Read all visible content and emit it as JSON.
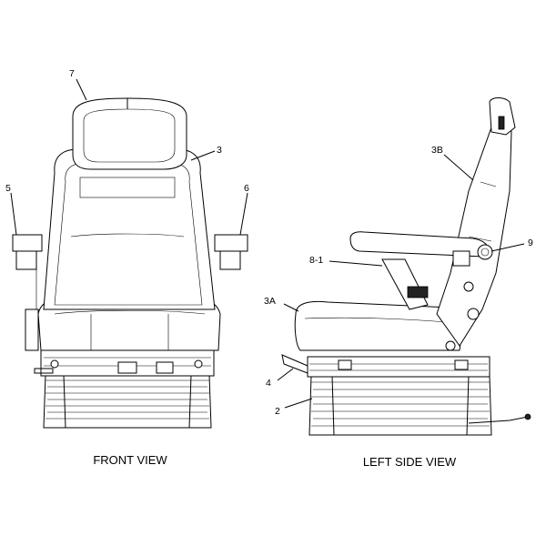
{
  "views": {
    "front": {
      "caption": "FRONT VIEW"
    },
    "side": {
      "caption": "LEFT SIDE VIEW"
    }
  },
  "callouts": {
    "headrest": "7",
    "backrest": "3",
    "left_armrest": "5",
    "right_armrest": "6",
    "side_backrest": "3B",
    "armrest_adjuster": "9",
    "armrest_assembly": "8-1",
    "seat_cushion": "3A",
    "control_lever": "4",
    "suspension_bellows": "2"
  }
}
